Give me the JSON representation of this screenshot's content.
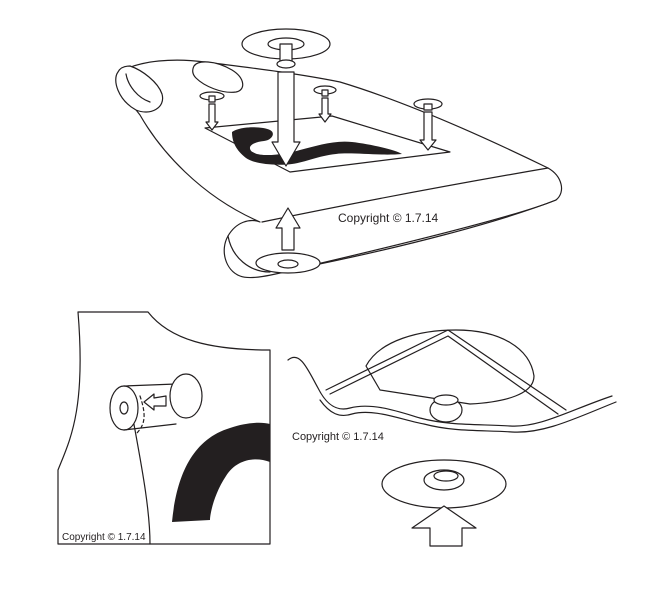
{
  "figure": {
    "top_panel": {
      "caption": "Copyright © 1.7.14"
    },
    "bottom_left_panel": {
      "caption": "Copyright © 1.7.14"
    },
    "bottom_right_panel": {
      "caption": "Copyright © 1.7.14"
    }
  },
  "colors": {
    "ink": "#231f20",
    "paper": "#ffffff"
  }
}
